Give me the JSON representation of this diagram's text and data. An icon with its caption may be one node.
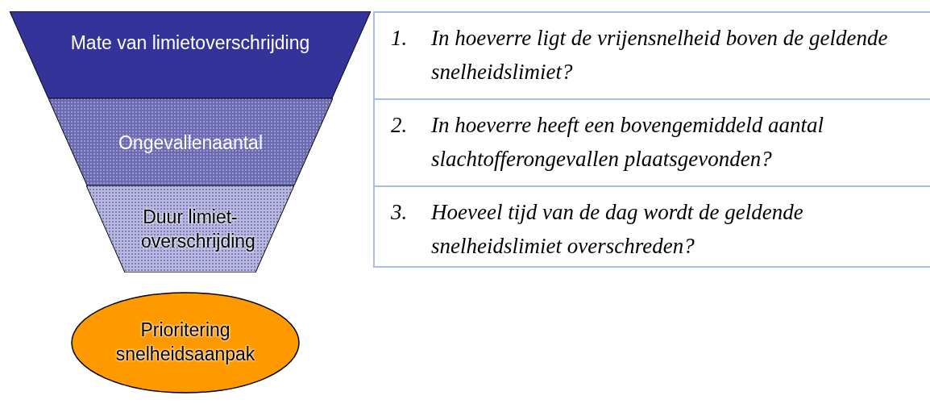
{
  "diagram": {
    "nodes": [
      {
        "text": [
          "Mate van limietoverschrijding"
        ]
      },
      {
        "text": [
          "Ongevallenaantal"
        ]
      },
      {
        "text": [
          "Duur limiet-overschrijding"
        ]
      },
      {
        "text": [
          "Prioritering snelheidsaanpak"
        ]
      }
    ],
    "labels": [
      "1.",
      "In hoeverre ligt de vrijensnelheid boven de geldende snelheidslimiet?",
      "2.",
      "In hoeverre heeft een bovengemiddeld aantal slachtofferongevallen plaatsgevonden?",
      "3.",
      "Hoeveel tijd van de dag wordt de geldende snelheidslimiet overschreden?"
    ]
  }
}
